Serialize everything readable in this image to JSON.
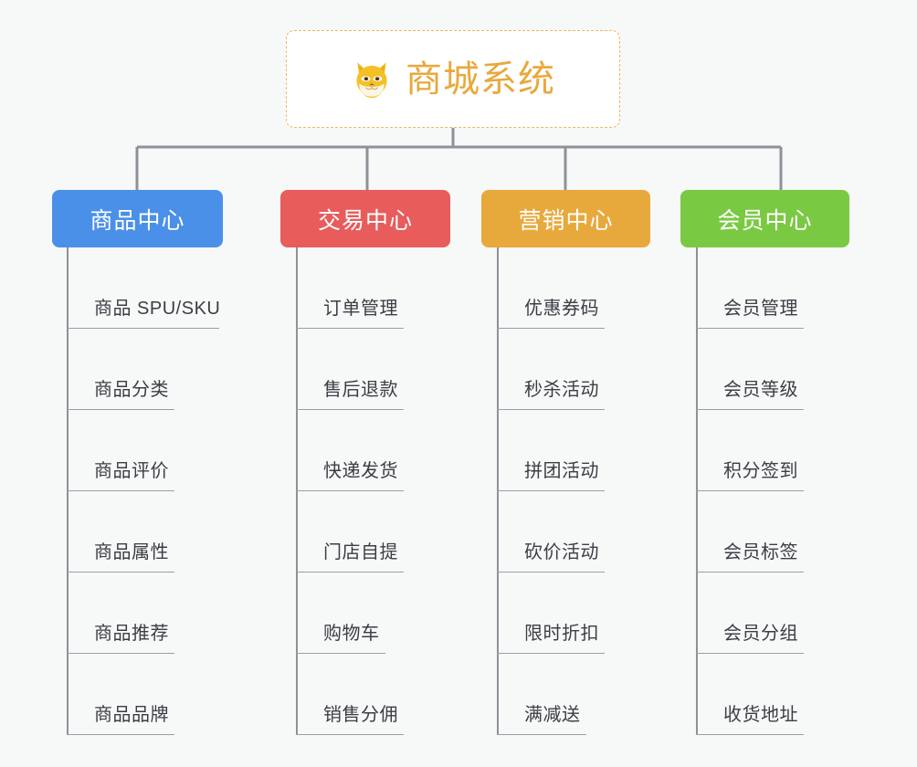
{
  "page": {
    "background_color": "#f7f8f8",
    "title": "商城系统 功能架构图"
  },
  "root": {
    "label": "商城系统",
    "icon": "dog-face-icon",
    "text_color": "#e8a93c",
    "border_color": "#f0b860",
    "background_color": "#ffffff"
  },
  "connector": {
    "color": "#8d9298"
  },
  "categories": [
    {
      "label": "商品中心",
      "color": "#4a90e8",
      "items": [
        {
          "label": "商品 SPU/SKU"
        },
        {
          "label": "商品分类"
        },
        {
          "label": "商品评价"
        },
        {
          "label": "商品属性"
        },
        {
          "label": "商品推荐"
        },
        {
          "label": "商品品牌"
        }
      ]
    },
    {
      "label": "交易中心",
      "color": "#e85c5c",
      "items": [
        {
          "label": "订单管理"
        },
        {
          "label": "售后退款"
        },
        {
          "label": "快递发货"
        },
        {
          "label": "门店自提"
        },
        {
          "label": "购物车"
        },
        {
          "label": "销售分佣"
        }
      ]
    },
    {
      "label": "营销中心",
      "color": "#e8a93c",
      "items": [
        {
          "label": "优惠券码"
        },
        {
          "label": "秒杀活动"
        },
        {
          "label": "拼团活动"
        },
        {
          "label": "砍价活动"
        },
        {
          "label": "限时折扣"
        },
        {
          "label": "满减送"
        }
      ]
    },
    {
      "label": "会员中心",
      "color": "#7ac943",
      "items": [
        {
          "label": "会员管理"
        },
        {
          "label": "会员等级"
        },
        {
          "label": "积分签到"
        },
        {
          "label": "会员标签"
        },
        {
          "label": "会员分组"
        },
        {
          "label": "收货地址"
        }
      ]
    }
  ]
}
